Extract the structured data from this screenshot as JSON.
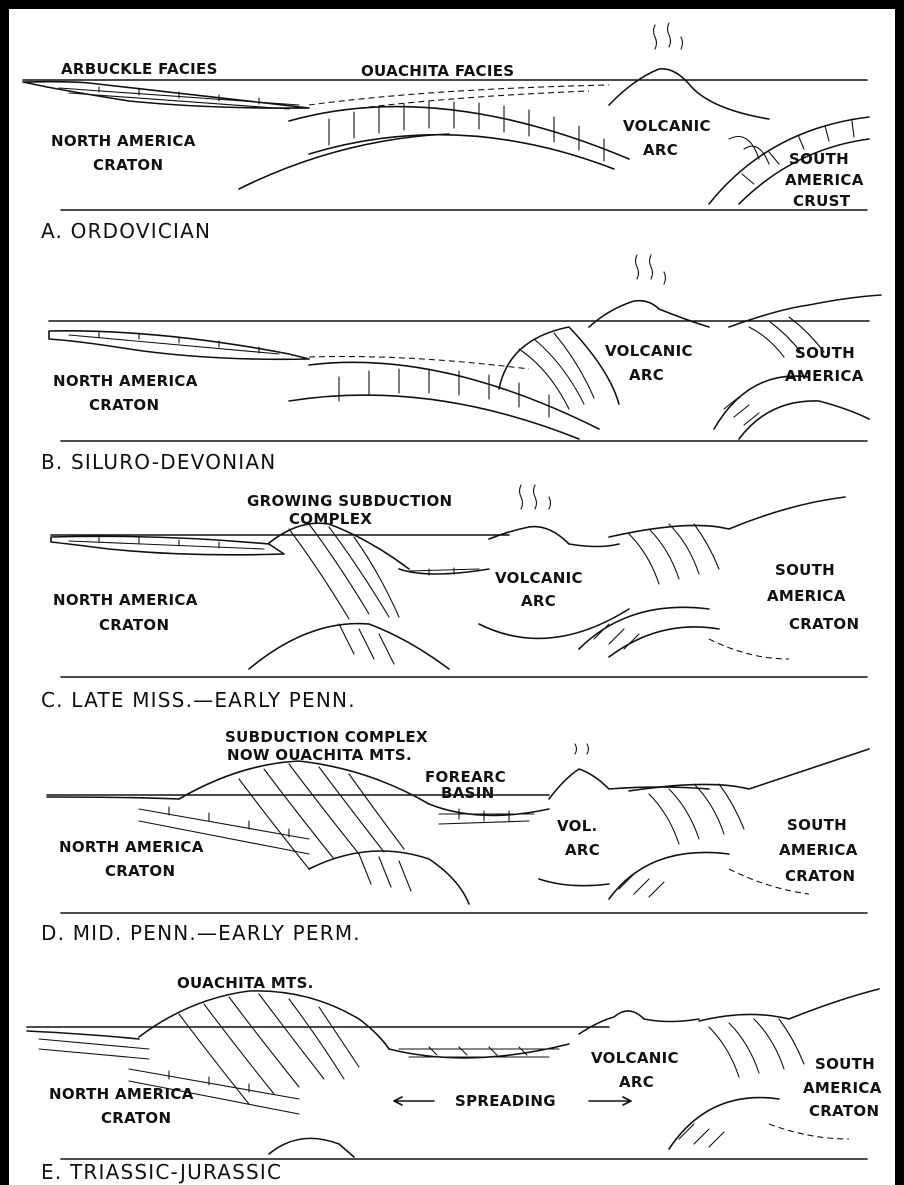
{
  "panels": [
    {
      "caption": "A. ORDOVICIAN",
      "labels": {
        "arbuckle": "ARBUCKLE FACIES",
        "ouachita": "OUACHITA FACIES",
        "na1": "NORTH AMERICA",
        "na2": "CRATON",
        "va1": "VOLCANIC",
        "va2": "ARC",
        "sa1": "SOUTH",
        "sa2": "AMERICA",
        "sa3": "CRUST"
      }
    },
    {
      "caption": "B. SILURO-DEVONIAN",
      "labels": {
        "na1": "NORTH AMERICA",
        "na2": "CRATON",
        "va1": "VOLCANIC",
        "va2": "ARC",
        "sa1": "SOUTH",
        "sa2": "AMERICA"
      }
    },
    {
      "caption": "C. LATE MISS.—EARLY PENN.",
      "labels": {
        "gsc1": "GROWING SUBDUCTION",
        "gsc2": "COMPLEX",
        "na1": "NORTH AMERICA",
        "na2": "CRATON",
        "va1": "VOLCANIC",
        "va2": "ARC",
        "sa1": "SOUTH",
        "sa2": "AMERICA",
        "sa3": "CRATON"
      }
    },
    {
      "caption": "D. MID. PENN.—EARLY PERM.",
      "labels": {
        "sc1": "SUBDUCTION COMPLEX",
        "sc2": "NOW OUACHITA MTS.",
        "fb1": "FOREARC",
        "fb2": "BASIN",
        "va1": "VOL.",
        "va2": "ARC",
        "na1": "NORTH AMERICA",
        "na2": "CRATON",
        "sa1": "SOUTH",
        "sa2": "AMERICA",
        "sa3": "CRATON"
      }
    },
    {
      "caption": "E. TRIASSIC-JURASSIC",
      "labels": {
        "om": "OUACHITA MTS.",
        "va1": "VOLCANIC",
        "va2": "ARC",
        "sp": "SPREADING",
        "na1": "NORTH AMERICA",
        "na2": "CRATON",
        "sa1": "SOUTH",
        "sa2": "AMERICA",
        "sa3": "CRATON"
      }
    }
  ]
}
